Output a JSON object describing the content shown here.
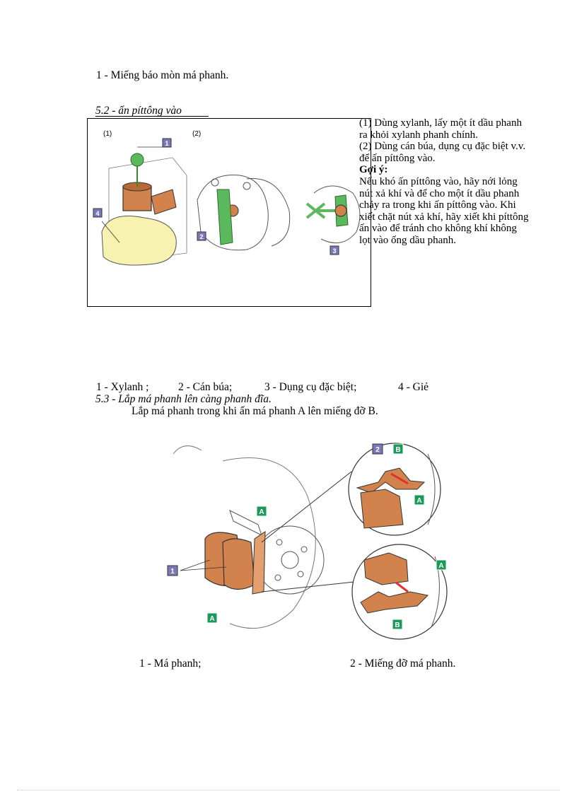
{
  "caption_top": "1 - Miếng báo mòn má phanh.",
  "section_2": {
    "heading": "5.2 - ấn píttông vào",
    "fig_label_1": "(1)",
    "fig_label_2": "(2)",
    "callouts": [
      "1",
      "2",
      "3",
      "4"
    ],
    "notes": [
      "(1) Dùng xylanh, lấy một ít dầu phanh ra khỏi xylanh phanh chính.",
      "(2) Dùng cán búa, dụng cụ đặc biệt v.v. để ấn píttông vào."
    ],
    "tip_title": "Gợi ý:",
    "tip_text": "Nếu khó ấn píttông vào, hãy nới lỏng nút xả khí và để cho một ít dầu phanh chảy ra trong khi ấn píttông vào. Khi xiết chặt nút xả khí, hãy xiết khi píttông ấn vào để tránh cho không khí không lọt vào ống dầu phanh.",
    "legend": [
      "1 - Xylanh ;",
      "2 - Cán búa;",
      "3 - Dụng cụ đặc biệt;",
      "4 - Giẻ"
    ]
  },
  "section_3": {
    "heading": "5.3 - Lắp má phanh lên càng phanh đĩa.",
    "instruction": "Lắp má phanh trong khi ấn má phanh A  lên miếng đỡ B.",
    "callouts": [
      "A",
      "1",
      "A",
      "2",
      "B",
      "A",
      "A",
      "B"
    ],
    "legend": [
      "1 - Má phanh;",
      "2 - Miếng đỡ má phanh."
    ]
  },
  "colors": {
    "callout_number": "#7b78b8",
    "callout_letter": "#1a9a5a",
    "brake_pad": "#d2834d",
    "green_tool": "#5cb85c",
    "rag": "#f7f2b0"
  }
}
